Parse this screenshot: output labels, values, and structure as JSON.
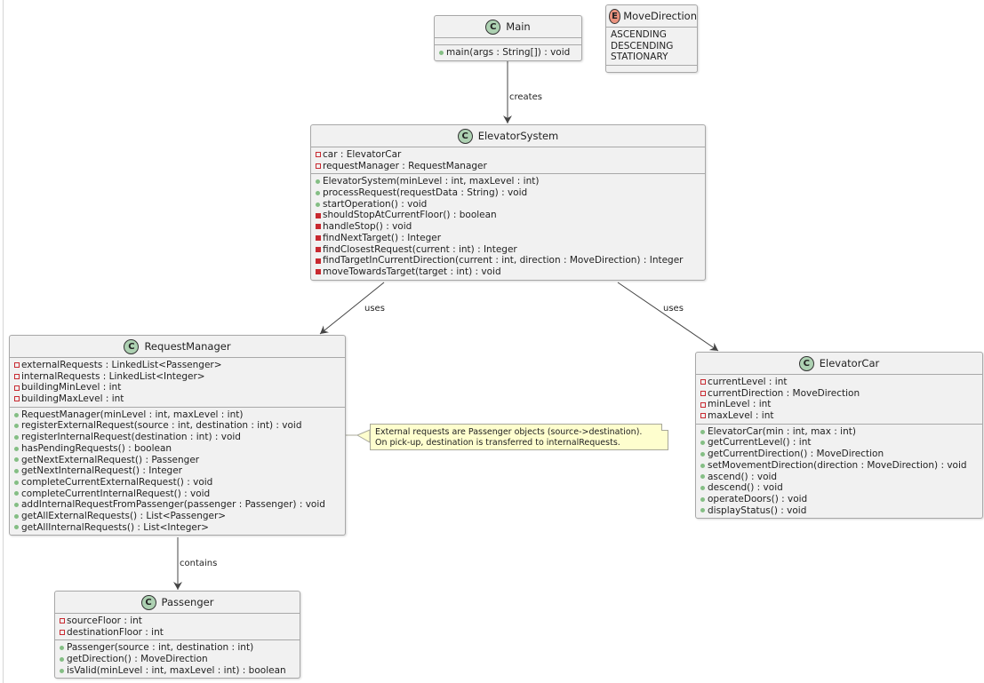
{
  "colors": {
    "class_bg": "#f1f1f1",
    "class_badge": "#add1b2",
    "enum_badge": "#eb937f",
    "note_bg": "#fefece",
    "public": "#84be84",
    "private": "#c82930"
  },
  "classes": {
    "main": {
      "stereotype": "C",
      "name": "Main",
      "attributes": [],
      "methods": [
        {
          "vis": "public",
          "text": "main(args : String[]) : void"
        }
      ]
    },
    "elevator_system": {
      "stereotype": "C",
      "name": "ElevatorSystem",
      "attributes": [
        {
          "vis": "private",
          "text": "car : ElevatorCar"
        },
        {
          "vis": "private",
          "text": "requestManager : RequestManager"
        }
      ],
      "methods": [
        {
          "vis": "public",
          "text": "ElevatorSystem(minLevel : int, maxLevel : int)"
        },
        {
          "vis": "public",
          "text": "processRequest(requestData : String) : void"
        },
        {
          "vis": "public",
          "text": "startOperation() : void"
        },
        {
          "vis": "private",
          "text": "shouldStopAtCurrentFloor() : boolean"
        },
        {
          "vis": "private",
          "text": "handleStop() : void"
        },
        {
          "vis": "private",
          "text": "findNextTarget() : Integer"
        },
        {
          "vis": "private",
          "text": "findClosestRequest(current : int) : Integer"
        },
        {
          "vis": "private",
          "text": "findTargetInCurrentDirection(current : int, direction : MoveDirection) : Integer"
        },
        {
          "vis": "private",
          "text": "moveTowardsTarget(target : int) : void"
        }
      ]
    },
    "request_manager": {
      "stereotype": "C",
      "name": "RequestManager",
      "attributes": [
        {
          "vis": "private",
          "text": "externalRequests : LinkedList<Passenger>"
        },
        {
          "vis": "private",
          "text": "internalRequests : LinkedList<Integer>"
        },
        {
          "vis": "private",
          "text": "buildingMinLevel : int"
        },
        {
          "vis": "private",
          "text": "buildingMaxLevel : int"
        }
      ],
      "methods": [
        {
          "vis": "public",
          "text": "RequestManager(minLevel : int, maxLevel : int)"
        },
        {
          "vis": "public",
          "text": "registerExternalRequest(source : int, destination : int) : void"
        },
        {
          "vis": "public",
          "text": "registerInternalRequest(destination : int) : void"
        },
        {
          "vis": "public",
          "text": "hasPendingRequests() : boolean"
        },
        {
          "vis": "public",
          "text": "getNextExternalRequest() : Passenger"
        },
        {
          "vis": "public",
          "text": "getNextInternalRequest() : Integer"
        },
        {
          "vis": "public",
          "text": "completeCurrentExternalRequest() : void"
        },
        {
          "vis": "public",
          "text": "completeCurrentInternalRequest() : void"
        },
        {
          "vis": "public",
          "text": "addInternalRequestFromPassenger(passenger : Passenger) : void"
        },
        {
          "vis": "public",
          "text": "getAllExternalRequests() : List<Passenger>"
        },
        {
          "vis": "public",
          "text": "getAllInternalRequests() : List<Integer>"
        }
      ]
    },
    "elevator_car": {
      "stereotype": "C",
      "name": "ElevatorCar",
      "attributes": [
        {
          "vis": "private",
          "text": "currentLevel : int"
        },
        {
          "vis": "private",
          "text": "currentDirection : MoveDirection"
        },
        {
          "vis": "private",
          "text": "minLevel : int"
        },
        {
          "vis": "private",
          "text": "maxLevel : int"
        }
      ],
      "methods": [
        {
          "vis": "public",
          "text": "ElevatorCar(min : int, max : int)"
        },
        {
          "vis": "public",
          "text": "getCurrentLevel() : int"
        },
        {
          "vis": "public",
          "text": "getCurrentDirection() : MoveDirection"
        },
        {
          "vis": "public",
          "text": "setMovementDirection(direction : MoveDirection) : void"
        },
        {
          "vis": "public",
          "text": "ascend() : void"
        },
        {
          "vis": "public",
          "text": "descend() : void"
        },
        {
          "vis": "public",
          "text": "operateDoors() : void"
        },
        {
          "vis": "public",
          "text": "displayStatus() : void"
        }
      ]
    },
    "passenger": {
      "stereotype": "C",
      "name": "Passenger",
      "attributes": [
        {
          "vis": "private",
          "text": "sourceFloor : int"
        },
        {
          "vis": "private",
          "text": "destinationFloor : int"
        }
      ],
      "methods": [
        {
          "vis": "public",
          "text": "Passenger(source : int, destination : int)"
        },
        {
          "vis": "public",
          "text": "getDirection() : MoveDirection"
        },
        {
          "vis": "public",
          "text": "isValid(minLevel : int, maxLevel : int) : boolean"
        }
      ]
    }
  },
  "enums": {
    "move_direction": {
      "stereotype": "E",
      "name": "MoveDirection",
      "values": [
        "ASCENDING",
        "DESCENDING",
        "STATIONARY"
      ]
    }
  },
  "relations": {
    "main_es": "creates",
    "es_rm": "uses",
    "es_ec": "uses",
    "rm_passenger": "contains"
  },
  "note": {
    "lines": [
      "External requests are Passenger objects (source->destination).",
      "On pick-up, destination is transferred to internalRequests."
    ]
  }
}
